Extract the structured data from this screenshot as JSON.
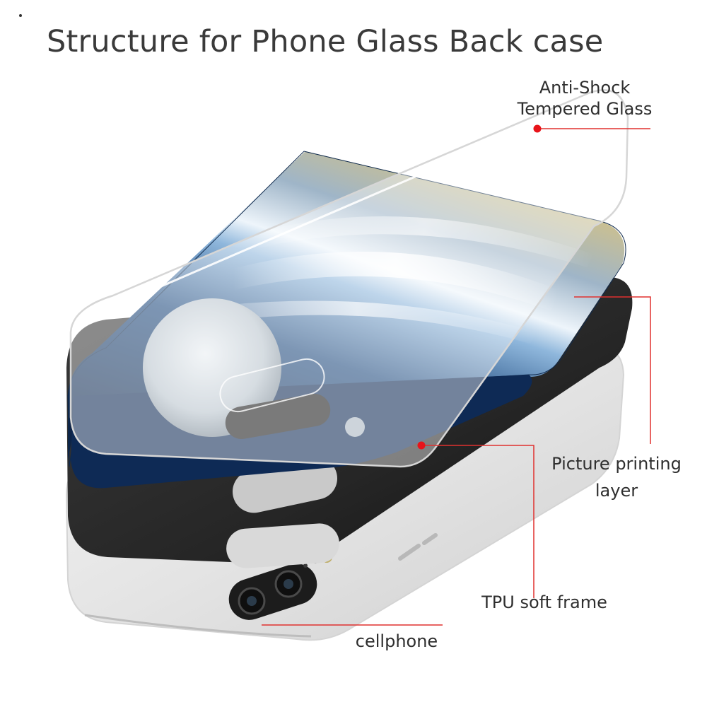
{
  "title": "Structure for Phone Glass Back case",
  "labels": {
    "glass_line1": "Anti-Shock",
    "glass_line2": "Tempered Glass",
    "picture_line1": "Picture printing",
    "picture_line2": "layer",
    "tpu": "TPU soft frame",
    "cellphone": "cellphone"
  },
  "colors": {
    "leader_line": "#e0312f",
    "dot": "#e8141a",
    "phone_body": "#e6e6e6",
    "tpu_frame": "#2a2a2a",
    "print_sky": "#1c3f6e",
    "glass_edge": "#cfcfcf"
  }
}
